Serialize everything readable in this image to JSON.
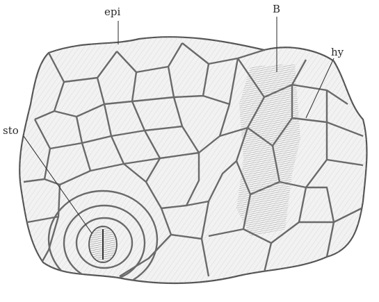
{
  "figure": {
    "labels": {
      "epi": "epi",
      "B": "B",
      "hy": "hy",
      "sto": "sto"
    }
  }
}
